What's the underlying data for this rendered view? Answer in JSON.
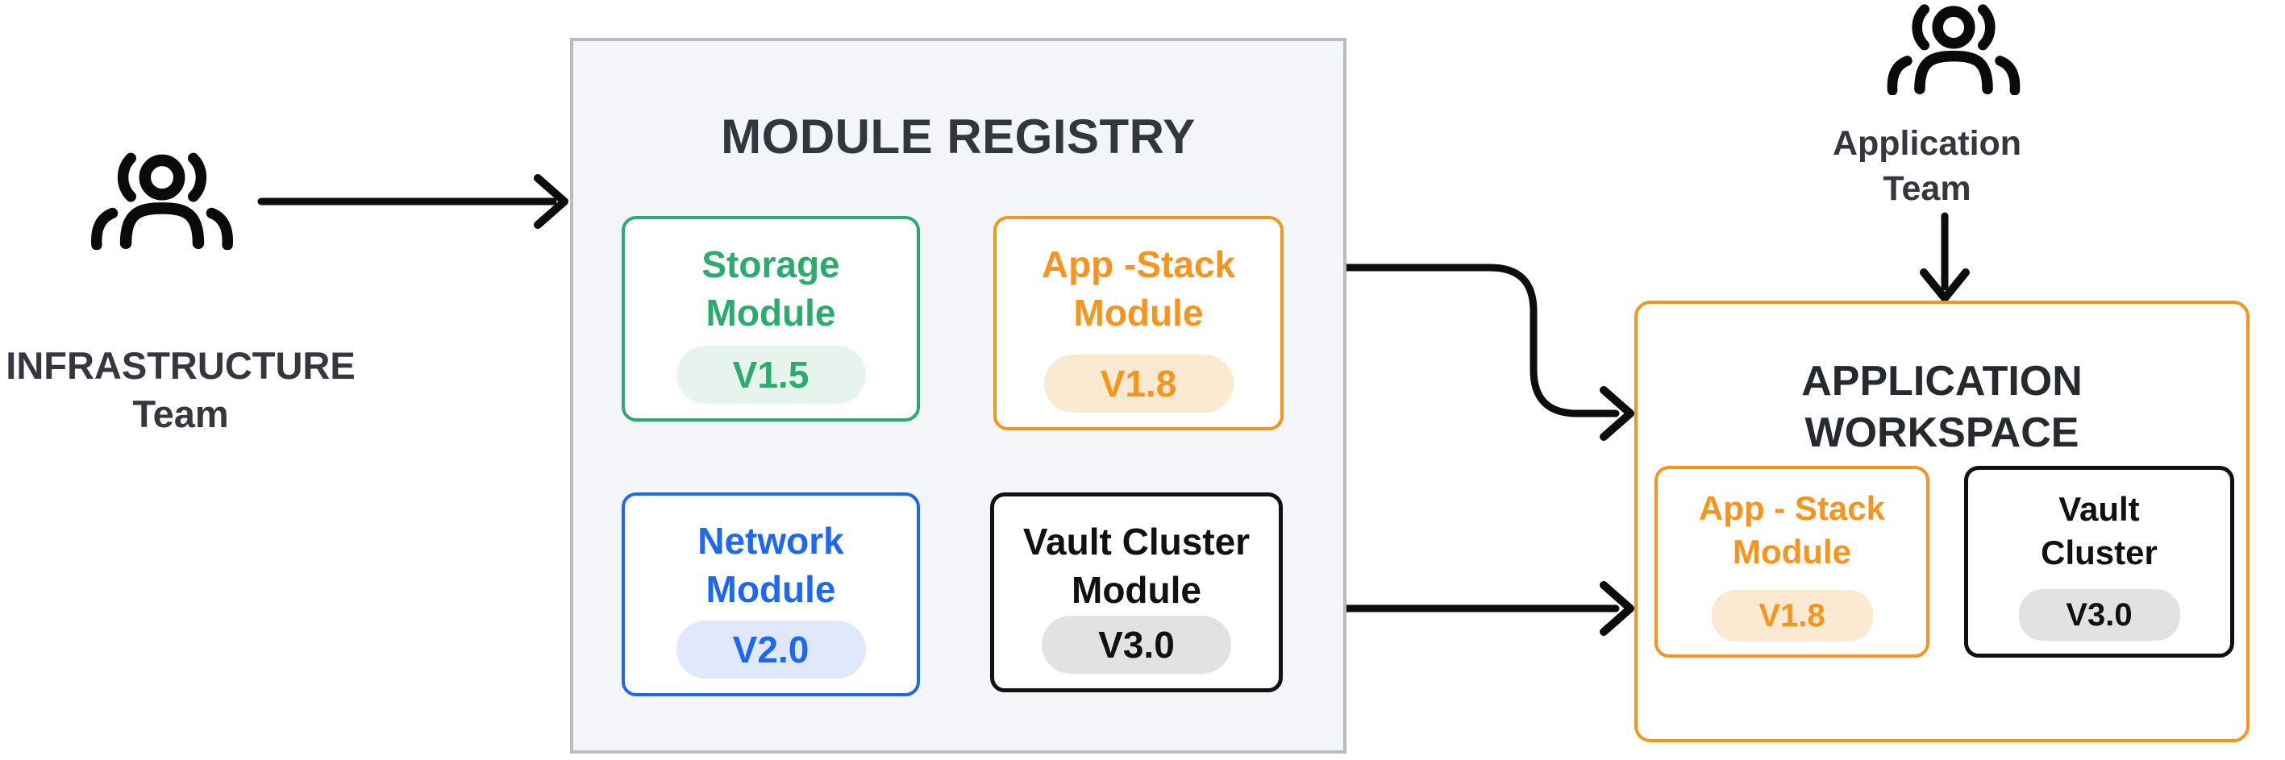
{
  "infrastructure_team": {
    "line1": "INFRASTRUCTURE",
    "line2": "Team"
  },
  "application_team": {
    "line1": "Application",
    "line2": "Team"
  },
  "registry": {
    "title": "MODULE REGISTRY",
    "modules": [
      {
        "name_line1": "Storage",
        "name_line2": "Module",
        "version": "V1.5",
        "color": "#2BAC6E",
        "badge_bg": "#E7F4EE"
      },
      {
        "name_line1": "App -Stack",
        "name_line2": "Module",
        "version": "V1.8",
        "color": "#F7941E",
        "badge_bg": "#FCE9D1"
      },
      {
        "name_line1": "Network",
        "name_line2": "Module",
        "version": "V2.0",
        "color": "#1C68F3",
        "badge_bg": "#E0E9FB"
      },
      {
        "name_line1": "Vault Cluster",
        "name_line2": "Module",
        "version": "V3.0",
        "color": "#111111",
        "badge_bg": "#E2E2E2"
      }
    ]
  },
  "workspace": {
    "title_line1": "APPLICATION",
    "title_line2": "WORKSPACE",
    "modules": [
      {
        "name_line1": "App - Stack",
        "name_line2": "Module",
        "version": "V1.8",
        "color": "#F7941E",
        "badge_bg": "#FCE9D1"
      },
      {
        "name_line1": "Vault",
        "name_line2": "Cluster",
        "version": "V3.0",
        "color": "#111111",
        "badge_bg": "#E2E2E2"
      }
    ]
  },
  "colors": {
    "green": "#2BAC6E",
    "orange": "#F7941E",
    "blue": "#1C68F3",
    "black": "#111111",
    "dark_text": "#34383E",
    "registry_bg": "#F4F5F8",
    "registry_border": "#B9BBC5",
    "arrow": "#0D0D0D"
  }
}
